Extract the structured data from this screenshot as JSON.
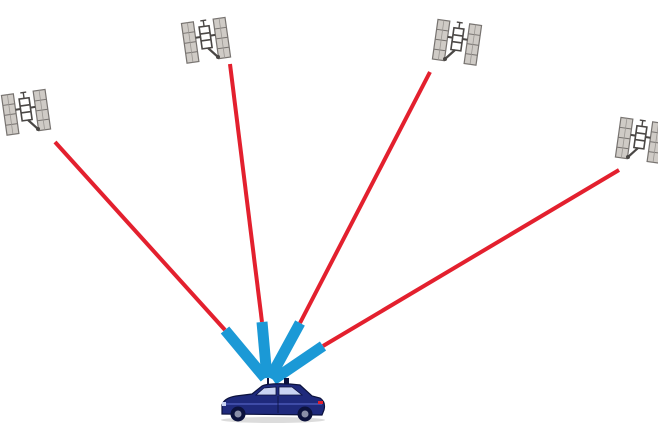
{
  "colors": {
    "background": "#ffffff",
    "signal_far": "#e3202e",
    "signal_near": "#1b99d6",
    "car_body": "#1f2a7c",
    "car_dark": "#0c123d",
    "car_light": "#4a57b5",
    "car_window": "#c9d3f2",
    "satellite_panel": "#cfcbc6",
    "satellite_frame": "#777370",
    "satellite_body": "#4a4745"
  },
  "diagram": {
    "satellites": [
      {
        "icon": "satellite-icon"
      },
      {
        "icon": "satellite-icon"
      },
      {
        "icon": "satellite-icon"
      },
      {
        "icon": "satellite-icon"
      },
      {
        "icon": "satellite-icon"
      }
    ],
    "receiver": {
      "icon": "car-icon"
    },
    "signals": [
      {
        "from": "satellite-1",
        "to": "receiver"
      },
      {
        "from": "satellite-2",
        "to": "receiver"
      },
      {
        "from": "satellite-3",
        "to": "receiver"
      },
      {
        "from": "satellite-4",
        "to": "receiver"
      }
    ]
  }
}
